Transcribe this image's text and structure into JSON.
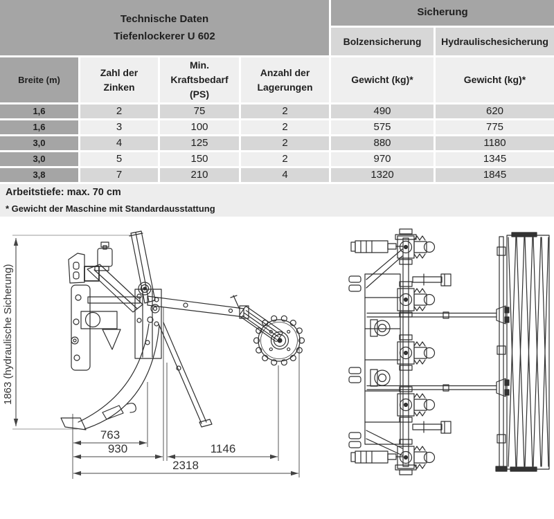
{
  "table": {
    "title": "Technische Daten\nTiefenlockerer U 602",
    "sicherung_header": "Sicherung",
    "sub_headers": {
      "bolzen": "Bolzensicherung",
      "hydraulisch": "Hydraulischesicherung"
    },
    "columns": {
      "breite": "Breite (m)",
      "zinken": "Zahl der\nZinken",
      "kraftbedarf": "Min.\nKraftsbedarf\n(PS)",
      "lagerungen": "Anzahl der\nLagerungen",
      "gewicht_bolzen": "Gewicht (kg)*",
      "gewicht_hydraulisch": "Gewicht (kg)*"
    },
    "rows": [
      {
        "cells": [
          "1,6",
          "2",
          "75",
          "2",
          "490",
          "620"
        ]
      },
      {
        "cells": [
          "1,6",
          "3",
          "100",
          "2",
          "575",
          "775"
        ]
      },
      {
        "cells": [
          "3,0",
          "4",
          "125",
          "2",
          "880",
          "1180"
        ]
      },
      {
        "cells": [
          "3,0",
          "5",
          "150",
          "2",
          "970",
          "1345"
        ]
      },
      {
        "cells": [
          "3,8",
          "7",
          "210",
          "4",
          "1320",
          "1845"
        ]
      }
    ],
    "footnote1": "Arbeitstiefe: max. 70 cm",
    "footnote2": "* Gewicht der Maschine mit Standardausstattung"
  },
  "drawing": {
    "height_dim": "1863 (hydraulische Sicherung)",
    "dim_763": "763",
    "dim_930": "930",
    "dim_1146": "1146",
    "dim_2318": "2318"
  },
  "colors": {
    "header_gray": "#a5a5a5",
    "row_dark": "#d7d7d7",
    "row_light": "#efefef",
    "footer_bg": "#ededed",
    "line": "#2e2e2e"
  }
}
